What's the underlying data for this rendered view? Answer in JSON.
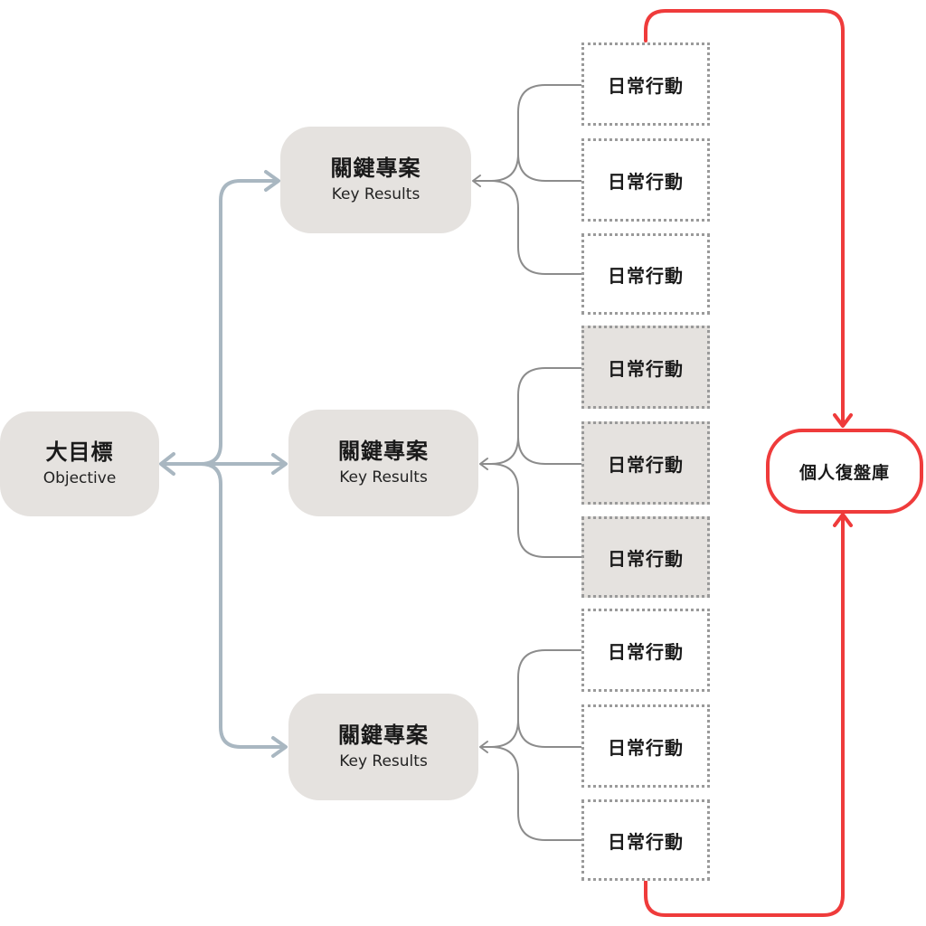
{
  "objective": {
    "title": "大目標",
    "subtitle": "Objective"
  },
  "key_results": [
    {
      "title": "關鍵專案",
      "subtitle": "Key Results"
    },
    {
      "title": "關鍵專案",
      "subtitle": "Key Results"
    },
    {
      "title": "關鍵專案",
      "subtitle": "Key Results"
    }
  ],
  "actions": [
    {
      "label": "日常行動"
    },
    {
      "label": "日常行動"
    },
    {
      "label": "日常行動"
    },
    {
      "label": "日常行動"
    },
    {
      "label": "日常行動"
    },
    {
      "label": "日常行動"
    },
    {
      "label": "日常行動"
    },
    {
      "label": "日常行動"
    },
    {
      "label": "日常行動"
    }
  ],
  "library": {
    "label": "個人復盤庫"
  },
  "colors": {
    "node_fill": "#e5e2df",
    "objective_arrow": "#a9b7c1",
    "action_arrow": "#8c8c8c",
    "feedback": "#ef3b3b",
    "dotted_border": "#9a9a9a"
  }
}
